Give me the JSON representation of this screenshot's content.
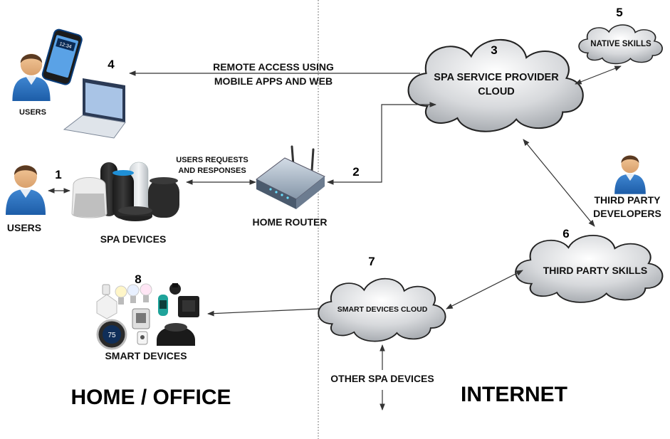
{
  "labels": {
    "users_top": "USERS",
    "users_left": "USERS",
    "spa_devices": "SPA DEVICES",
    "home_router": "HOME ROUTER",
    "smart_devices": "SMART DEVICES",
    "third_party_developers_1": "THIRD PARTY",
    "third_party_developers_2": "DEVELOPERS",
    "other_spa_devices": "OTHER SPA DEVICES",
    "remote_access_1": "REMOTE ACCESS USING",
    "remote_access_2": "MOBILE APPS AND WEB",
    "user_requests_1": "USERS REQUESTS",
    "user_requests_2": "AND RESPONSES"
  },
  "clouds": {
    "spa_cloud_1": "SPA SERVICE PROVIDER",
    "spa_cloud_2": "CLOUD",
    "native_skills": "NATIVE SKILLS",
    "third_party_skills": "THIRD PARTY SKILLS",
    "smart_devices_cloud": "SMART DEVICES CLOUD"
  },
  "numbers": {
    "n1": "1",
    "n2": "2",
    "n3": "3",
    "n4": "4",
    "n5": "5",
    "n6": "6",
    "n7": "7",
    "n8": "8"
  },
  "zones": {
    "home": "HOME / OFFICE",
    "internet": "INTERNET"
  },
  "smart_device_readout": "75",
  "phone_screen": "12:34"
}
